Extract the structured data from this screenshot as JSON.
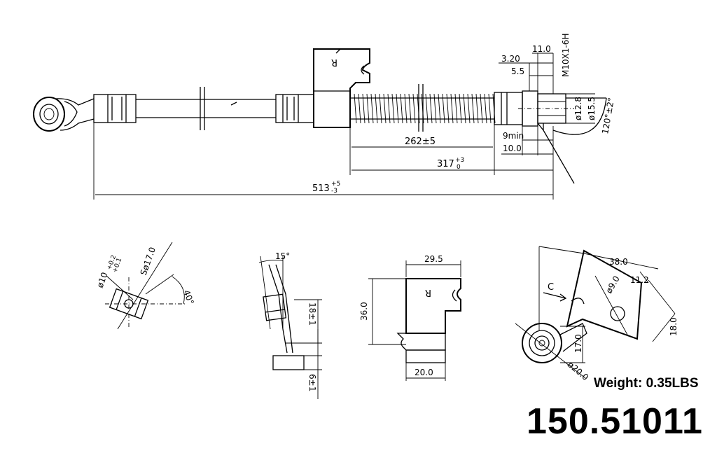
{
  "part_number": "150.51011",
  "weight_label": "Weight: 0.35LBS",
  "main_view": {
    "thread": "M10X1-6H",
    "dim_3_20": "3.20",
    "dim_11_0": "11.0",
    "dim_5_5": "5.5",
    "dia_12_8": "ø12.8",
    "dia_15_5": "ø15.5",
    "angle_120": "120°±2°",
    "length_262": "262±5",
    "dim_9min": "9min",
    "dim_10_0": "10.0",
    "length_317": "317",
    "length_317_tol_top": "+3",
    "length_317_tol_bot": "0",
    "length_513": "513",
    "length_513_tol_top": "+5",
    "length_513_tol_bot": "-3",
    "bracket_letter": "R"
  },
  "banjo_view": {
    "dia_10": "ø10",
    "dia_10_tol_top": "+0.2",
    "dia_10_tol_bot": "+0.1",
    "sphere": "Sø17.0",
    "angle_40": "40°"
  },
  "bend_view": {
    "angle_15": "15°",
    "dim_18": "18±1",
    "dim_6": "6±1"
  },
  "bracket_view": {
    "dim_29_5": "29.5",
    "dim_36": "36.0",
    "dim_20": "20.0",
    "letter": "R"
  },
  "clip_view": {
    "dim_38": "38.0",
    "dim_11_2": "11.2",
    "dia_9": "ø9.0",
    "dim_18": "18.0",
    "dim_17": "17.0",
    "dia_20": "ø20.0",
    "label_c": "C"
  }
}
